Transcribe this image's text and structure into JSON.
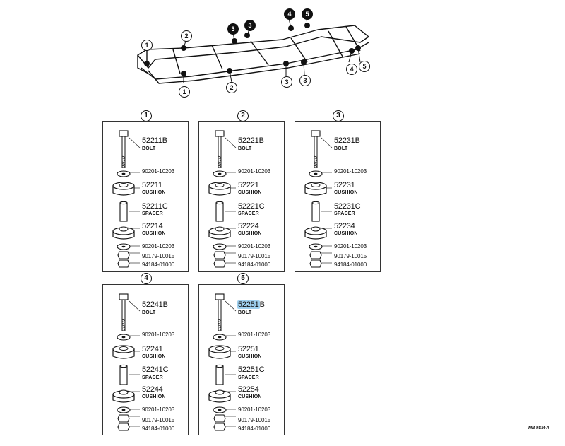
{
  "frame": {
    "markers": [
      "1",
      "2",
      "3",
      "3",
      "4",
      "5",
      "1",
      "2",
      "3",
      "3",
      "4",
      "5"
    ]
  },
  "groups": [
    {
      "number": "1",
      "parts": [
        {
          "num": "52211B",
          "desc": "BOLT"
        },
        {
          "num": "90201-10203"
        },
        {
          "num": "52211",
          "desc": "CUSHION"
        },
        {
          "num": "52211C",
          "desc": "SPACER"
        },
        {
          "num": "52214",
          "desc": "CUSHION"
        },
        {
          "num": "90201-10203"
        },
        {
          "num": "90179-10015"
        },
        {
          "num": "94184-01000"
        }
      ]
    },
    {
      "number": "2",
      "parts": [
        {
          "num": "52221B",
          "desc": "BOLT"
        },
        {
          "num": "90201-10203"
        },
        {
          "num": "52221",
          "desc": "CUSHION"
        },
        {
          "num": "52221C",
          "desc": "SPACER"
        },
        {
          "num": "52224",
          "desc": "CUSHION"
        },
        {
          "num": "90201-10203"
        },
        {
          "num": "90179-10015"
        },
        {
          "num": "94184-01000"
        }
      ]
    },
    {
      "number": "3",
      "parts": [
        {
          "num": "52231B",
          "desc": "BOLT"
        },
        {
          "num": "90201-10203"
        },
        {
          "num": "52231",
          "desc": "CUSHION"
        },
        {
          "num": "52231C",
          "desc": "SPACER"
        },
        {
          "num": "52234",
          "desc": "CUSHION"
        },
        {
          "num": "90201-10203"
        },
        {
          "num": "90179-10015"
        },
        {
          "num": "94184-01000"
        }
      ]
    },
    {
      "number": "4",
      "parts": [
        {
          "num": "52241B",
          "desc": "BOLT"
        },
        {
          "num": "90201-10203"
        },
        {
          "num": "52241",
          "desc": "CUSHION"
        },
        {
          "num": "52241C",
          "desc": "SPACER"
        },
        {
          "num": "52244",
          "desc": "CUSHION"
        },
        {
          "num": "90201-10203"
        },
        {
          "num": "90179-10015"
        },
        {
          "num": "94184-01000"
        }
      ]
    },
    {
      "number": "5",
      "parts": [
        {
          "num": "52251B",
          "desc": "BOLT",
          "highlight": "52251"
        },
        {
          "num": "90201-10203"
        },
        {
          "num": "52251",
          "desc": "CUSHION"
        },
        {
          "num": "52251C",
          "desc": "SPACER"
        },
        {
          "num": "52254",
          "desc": "CUSHION"
        },
        {
          "num": "90201-10203"
        },
        {
          "num": "90179-10015"
        },
        {
          "num": "94184-01000"
        }
      ]
    }
  ],
  "figure_code": "MB 9SM-A",
  "colors": {
    "highlight": "#9fd0ef",
    "ink": "#111111"
  }
}
